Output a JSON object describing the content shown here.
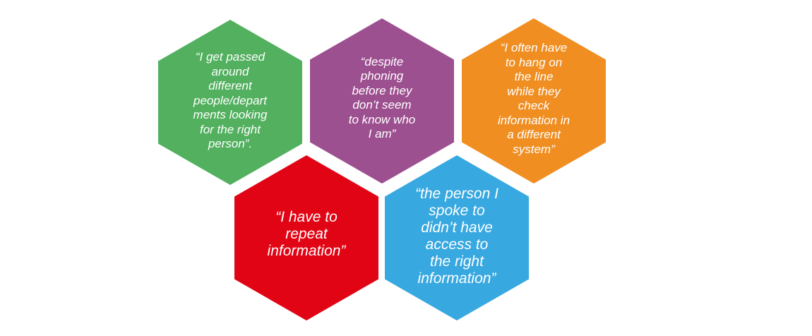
{
  "hexagons": [
    {
      "text": "“I get passed\naround\ndifferent\npeople/depart\nments looking\nfor the right\nperson”.",
      "color": "#52b05f"
    },
    {
      "text": "“despite\nphoning\nbefore they\ndon’t seem\nto know who\nI am”",
      "color": "#9d5090"
    },
    {
      "text": "“I often have\nto hang on\nthe line\nwhile they\ncheck\ninformation in\na different\nsystem”",
      "color": "#f08e22"
    },
    {
      "text": "“I have to\nrepeat\ninformation”",
      "color": "#e10414"
    },
    {
      "text": "“the person I\nspoke to\ndidn’t have\naccess to\nthe right\ninformation”",
      "color": "#38a8e0"
    }
  ]
}
